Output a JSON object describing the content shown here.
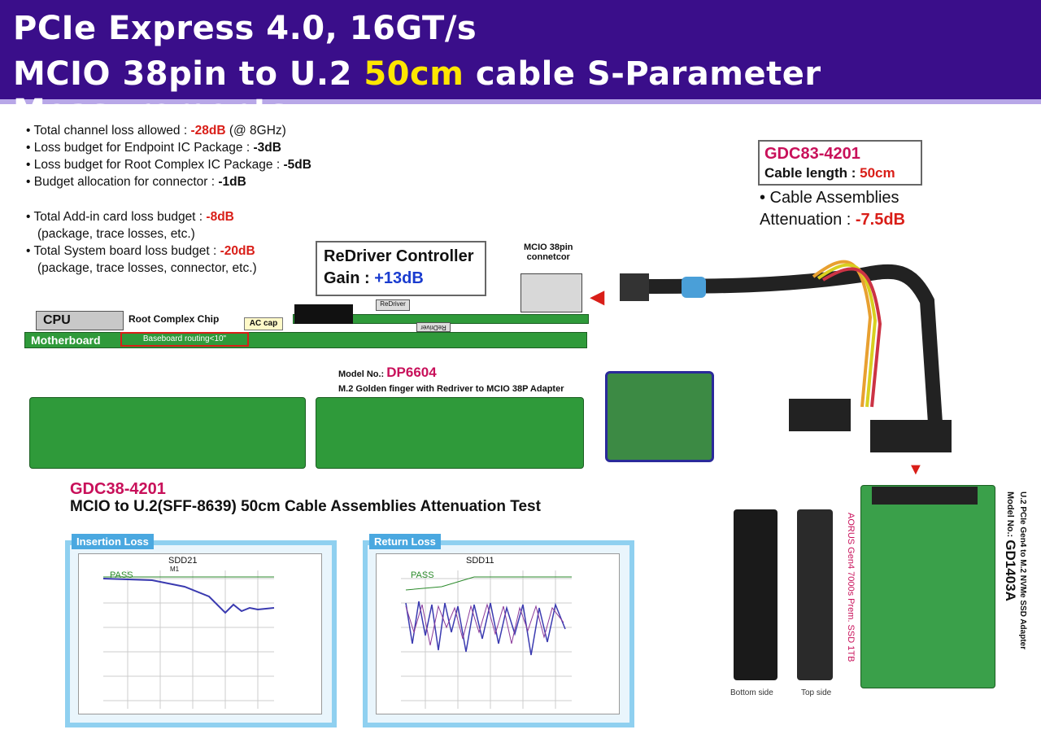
{
  "header": {
    "line1": "PCIe Express 4.0, 16GT/s",
    "line2_pre": "MCIO 38pin to U.2 ",
    "line2_hl": "50cm",
    "line2_post": " cable S-Parameter Measurements"
  },
  "budget": [
    {
      "pre": "• Total channel loss allowed : ",
      "val": "-28dB",
      "post": " (@ 8GHz)",
      "red": true
    },
    {
      "pre": "• Loss budget for Endpoint IC Package : ",
      "val": "-3dB",
      "post": "",
      "red": false
    },
    {
      "pre": "• Loss budget for Root Complex IC Package : ",
      "val": "-5dB",
      "post": "",
      "red": false
    },
    {
      "pre": "• Budget allocation for connector : ",
      "val": "-1dB",
      "post": "",
      "red": false
    }
  ],
  "budget2": [
    {
      "pre": "• Total Add-in card loss budget : ",
      "val": "-8dB",
      "sub": "(package, trace losses, etc.)"
    },
    {
      "pre": "• Total System board loss budget : ",
      "val": "-20dB",
      "sub": "(package, trace losses, connector, etc.)"
    }
  ],
  "redriver": {
    "title": "ReDriver Controller",
    "gain_label": "Gain : ",
    "gain": "+13dB"
  },
  "mcio_conn": {
    "l1": "MCIO 38pin",
    "l2": "connetcor"
  },
  "diagram": {
    "cpu": "CPU",
    "root": "Root Complex Chip",
    "accap": "AC cap",
    "motherboard": "Motherboard",
    "routing": "Baseboard routing<10\"",
    "redriver_chip": "ReDriver",
    "redriver_chip2": "ReDriver"
  },
  "cable": {
    "model": "GDC83-4201",
    "len_label": "Cable length : ",
    "len": "50cm",
    "asm": "• Cable Assemblies",
    "att_label": "Attenuation : ",
    "att": "-7.5dB"
  },
  "adapter": {
    "model_label": "Model No.: ",
    "model": "DP6604",
    "desc": "M.2 Golden finger with Redriver to MCIO 38P Adapter"
  },
  "test": {
    "model": "GDC38-4201",
    "title": "MCIO to U.2(SFF-8639) 50cm Cable Assemblies Attenuation Test"
  },
  "insertion": {
    "tab": "Insertion Loss",
    "plot_title": "SDD21",
    "pass": "PASS",
    "marker": "M1"
  },
  "return": {
    "tab": "Return Loss",
    "plot_title": "SDD11",
    "pass": "PASS"
  },
  "ssd": {
    "brand": "AORUS Gen4 7000s Prem. SSD 1TB",
    "bottom": "Bottom side",
    "top": "Top side"
  },
  "u2": {
    "model_label": "Model No.: ",
    "model": "GD1403A",
    "desc": "U.2 PCIe Gen4 to M.2 NVMe SSD Adapter"
  },
  "colors": {
    "header": "#3a0e8a",
    "accent_red": "#d91e18",
    "accent_blue": "#1a3ccf",
    "magenta": "#c8105a",
    "pcb": "#2f9a3a"
  }
}
